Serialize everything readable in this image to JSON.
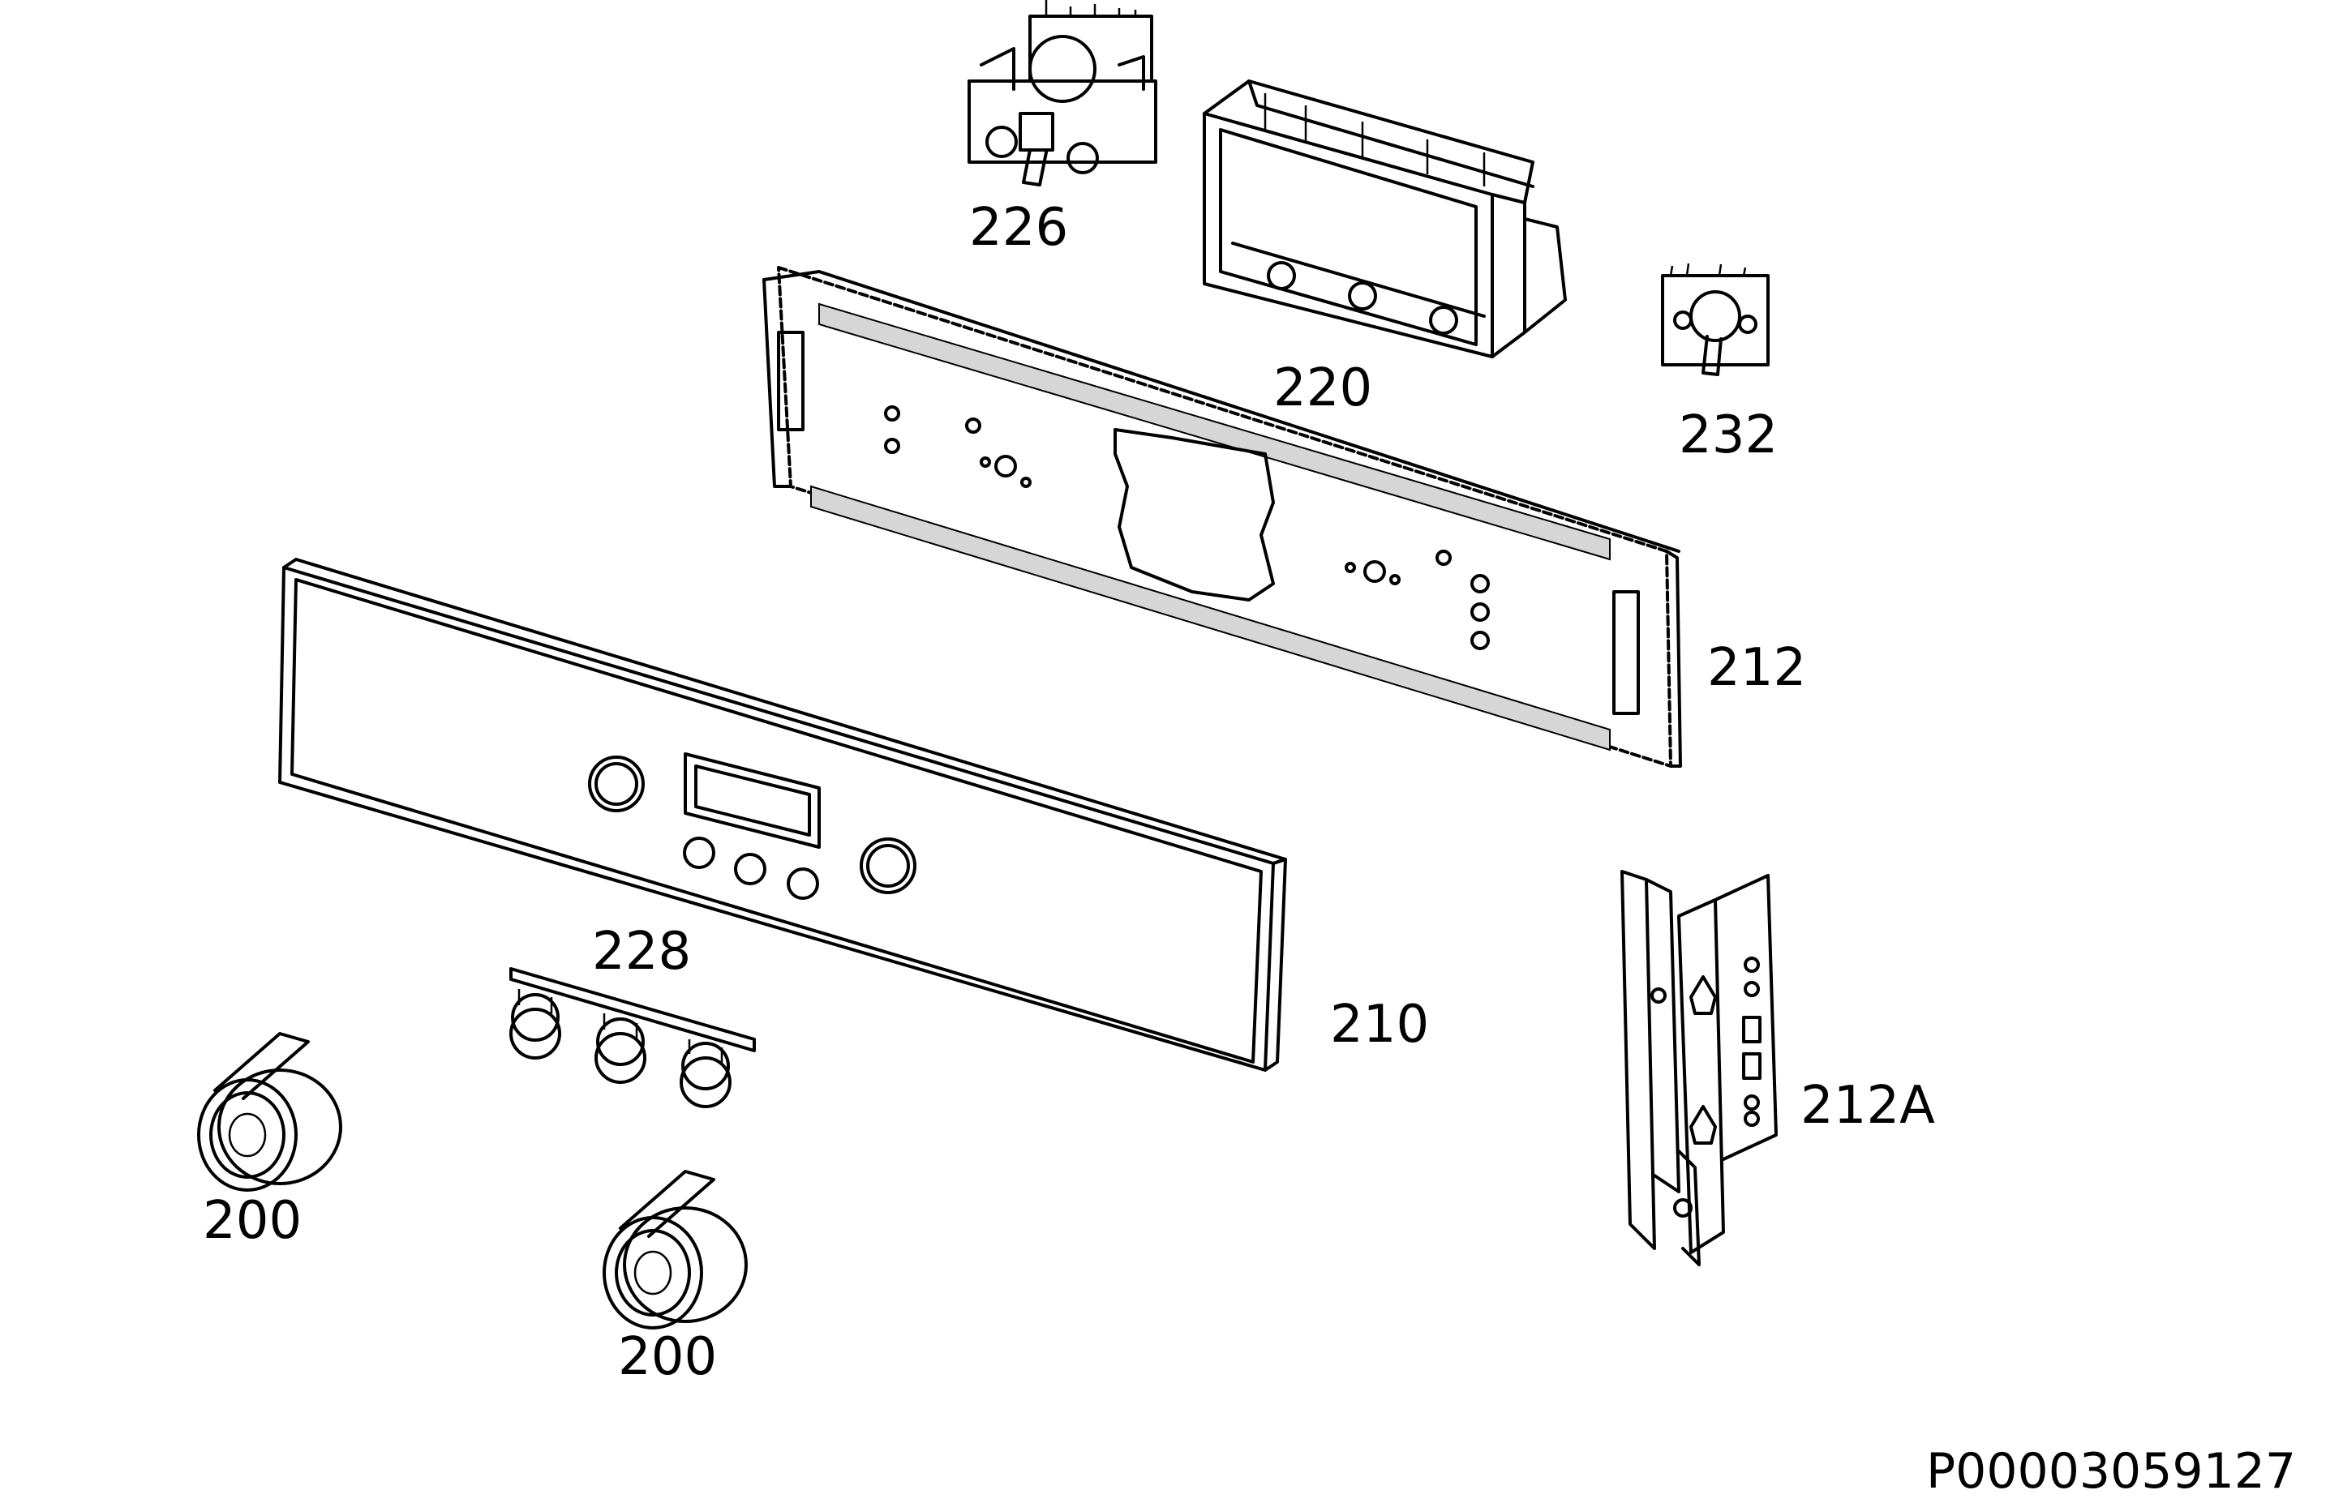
{
  "parts": [
    {
      "id": "p226",
      "label": "226"
    },
    {
      "id": "p220",
      "label": "220"
    },
    {
      "id": "p232",
      "label": "232"
    },
    {
      "id": "p212",
      "label": "212"
    },
    {
      "id": "p210",
      "label": "210"
    },
    {
      "id": "p228",
      "label": "228"
    },
    {
      "id": "p212a",
      "label": "212A"
    },
    {
      "id": "p200a",
      "label": "200"
    },
    {
      "id": "p200b",
      "label": "200"
    }
  ],
  "reference_code": "P00003059127"
}
